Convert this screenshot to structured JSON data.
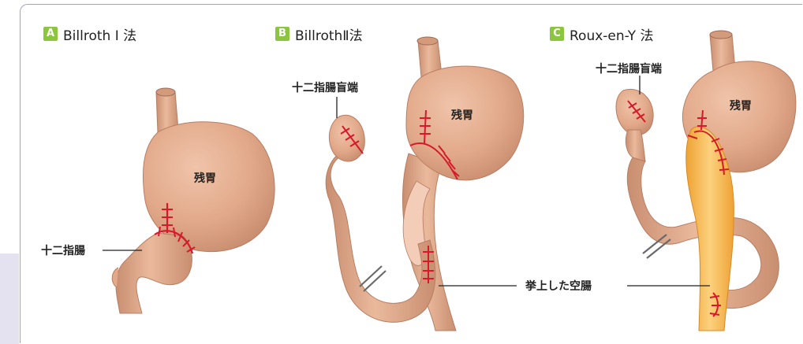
{
  "panels": [
    {
      "badge": "A",
      "title": "Billroth Ⅰ 法"
    },
    {
      "badge": "B",
      "title": "BillrothⅡ法"
    },
    {
      "badge": "C",
      "title": "Roux-en-Y 法"
    }
  ],
  "labels": {
    "a_stomach": "残胃",
    "a_duodenum": "十二指腸",
    "b_duodenal_stump": "十二指腸盲端",
    "b_stomach": "残胃",
    "c_duodenal_stump": "十二指腸盲端",
    "c_stomach": "残胃",
    "jejunum": "挙上した空腸"
  },
  "colors": {
    "badge": "#8cc63e",
    "tissue": "#e2a98a",
    "tissue_dark": "#b87e64",
    "roux_limb": "#f6b448",
    "suture": "#d7192b",
    "frame": "#a99cc8"
  }
}
